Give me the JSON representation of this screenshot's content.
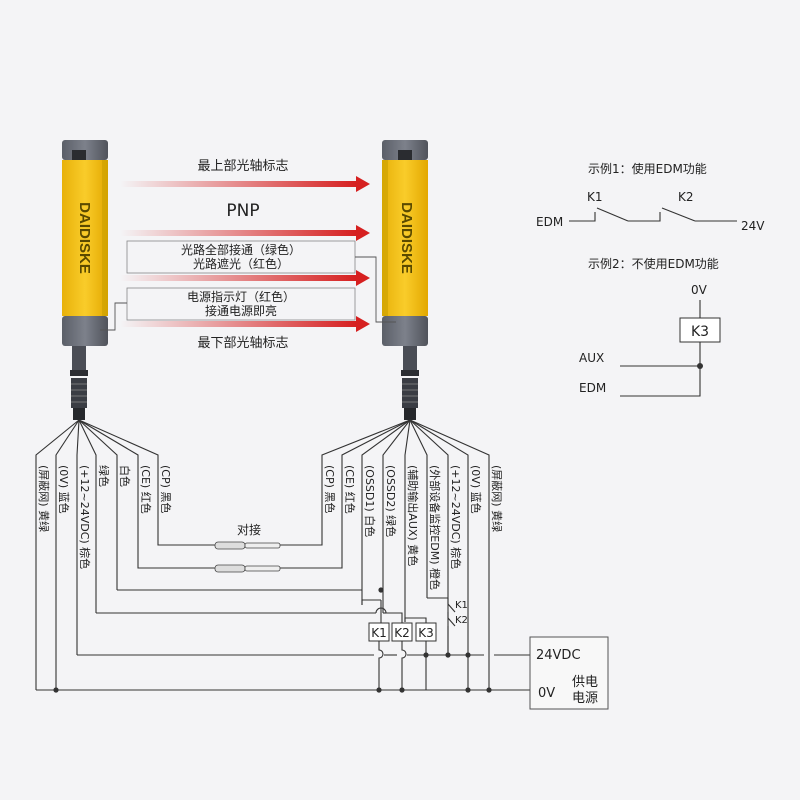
{
  "brand": "DAIDISKE",
  "mode": "PNP",
  "labels": {
    "top_axis": "最上部光轴标志",
    "bottom_axis": "最下部光轴标志",
    "box1_line1": "光路全部接通（绿色）",
    "box1_line2": "光路遮光（红色）",
    "box2_line1": "电源指示灯（红色）",
    "box2_line2": "接通电源即亮",
    "pair": "对接",
    "supply_24": "24VDC",
    "supply_0": "0V",
    "supply_name_1": "供电",
    "supply_name_2": "电源"
  },
  "example1": {
    "title": "示例1：使用EDM功能",
    "k1": "K1",
    "k2": "K2",
    "edm": "EDM",
    "v24": "24V"
  },
  "example2": {
    "title": "示例2：不使用EDM功能",
    "v0": "0V",
    "k3": "K3",
    "aux": "AUX",
    "edm": "EDM"
  },
  "left_wires": [
    "(屏蔽网) 黄绿",
    "(0V) 蓝色",
    "(+12~24VDC) 棕色",
    "绿色",
    "白色",
    "(CE) 红色",
    "(CP) 黑色"
  ],
  "right_wires": [
    "(CP) 黑色",
    "(CE) 红色",
    "(OSSD1) 白色",
    "(OSSD2) 绿色",
    "(辅助输出AUX) 黄色",
    "(外部设备监控EDM) 橙色",
    "(+12~24VDC) 棕色",
    "(0V) 蓝色",
    "(屏蔽网) 黄绿"
  ],
  "relays": {
    "k1": "K1",
    "k2": "K2",
    "k3": "K3"
  },
  "colors": {
    "housing": "#f5c21c",
    "cap": "#6b6f78",
    "arrow": "#d62020",
    "accent": "#c9a000"
  }
}
